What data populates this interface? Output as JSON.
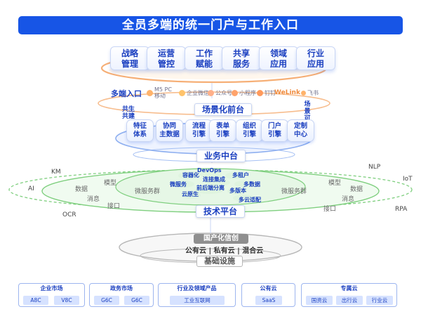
{
  "title": "全员多端的统一门户与工作入口",
  "capabilities": [
    {
      "label": "战略\n管理"
    },
    {
      "label": "运营\n管控"
    },
    {
      "label": "工作\n赋能"
    },
    {
      "label": "共享\n服务"
    },
    {
      "label": "领域\n应用"
    },
    {
      "label": "行业\n应用"
    }
  ],
  "multi_entry": {
    "label": "多端入口",
    "chips": [
      {
        "text": "M5 PC\n移动",
        "icon": "m5-icon"
      },
      {
        "text": "企业微信",
        "icon": "wecom-icon"
      },
      {
        "text": "公众号",
        "icon": "official-account-icon"
      },
      {
        "text": "小程序",
        "icon": "miniprogram-icon"
      },
      {
        "text": "钉钉",
        "icon": "dingtalk-icon"
      },
      {
        "text": "WeLink",
        "icon": "welink-icon"
      },
      {
        "text": "飞书",
        "icon": "feishu-icon"
      }
    ]
  },
  "front_stage": {
    "label": "场景化前台",
    "left_caption": "共生\n共建",
    "right_caption": "场景\n可组装"
  },
  "business_middle": {
    "label": "业务中台",
    "engines": [
      {
        "label": "特征\n体系"
      },
      {
        "label": "协同\n主数据"
      },
      {
        "label": "流程\n引擎"
      },
      {
        "label": "表单\n引擎"
      },
      {
        "label": "组织\n引擎"
      },
      {
        "label": "门户\n引擎"
      },
      {
        "label": "定制\n中心"
      }
    ]
  },
  "tech_platform": {
    "label": "技术平台",
    "outer_labels": {
      "km": "KM",
      "nlp": "NLP",
      "ai": "AI",
      "iot": "IoT",
      "ocr": "OCR",
      "rpa": "RPA"
    },
    "mid_left": [
      "数据",
      "模型",
      "消息",
      "接口"
    ],
    "mid_right": [
      "模型",
      "数据",
      "消息",
      "接口"
    ],
    "micro_left": "微服务群",
    "micro_right": "微服务群",
    "bubbles": [
      {
        "text": "DevOps"
      },
      {
        "text": "容器化"
      },
      {
        "text": "多租户"
      },
      {
        "text": "微服务"
      },
      {
        "text": "连接集成"
      },
      {
        "text": "多数据"
      },
      {
        "text": "前后端分离"
      },
      {
        "text": "多版本"
      },
      {
        "text": "云原生"
      },
      {
        "text": "多云适配"
      }
    ]
  },
  "infrastructure": {
    "xinchuang_label": "国产化信创",
    "clouds": "公有云 | 私有云 | 混合云",
    "label": "基础设施"
  },
  "markets": [
    {
      "title": "企业市场",
      "tags": [
        "A8C",
        "V8C"
      ]
    },
    {
      "title": "政务市场",
      "tags": [
        "G6C",
        "G6C"
      ]
    },
    {
      "title": "行业及领域产品",
      "tags": [
        "工业互联网"
      ]
    },
    {
      "title": "公有云",
      "tags": [
        "SaaS"
      ]
    },
    {
      "title": "专属云",
      "tags": [
        "国资云",
        "出行云",
        "行业云"
      ]
    }
  ],
  "colors": {
    "brand_blue": "#1755e6",
    "ring_orange": "#f4a15e",
    "ring_blue": "#8fb0f0",
    "ring_green": "#7fcf7f",
    "ring_grey": "#b7b7b7"
  }
}
